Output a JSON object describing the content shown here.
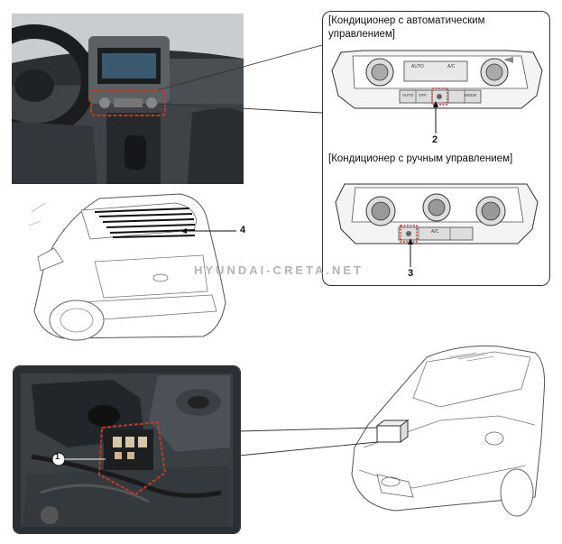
{
  "auto_panel": {
    "caption": "[Кондиционер с автоматическим управлением]",
    "callout": "2",
    "display_labels": [
      "AUTO",
      "A/C",
      "AUTO",
      "MODE",
      "OFF"
    ]
  },
  "manual_panel": {
    "caption": "[Кондиционер с ручным управлением]",
    "callout": "3",
    "labels": [
      "A/C"
    ]
  },
  "rear_glass": {
    "callout": "4"
  },
  "engine_bay": {
    "callout": "1"
  },
  "watermark": "HYUNDAI-CRETA.NET",
  "colors": {
    "highlight": "#c0392b",
    "line": "#333333",
    "photo_dark": "#2a2f33"
  }
}
